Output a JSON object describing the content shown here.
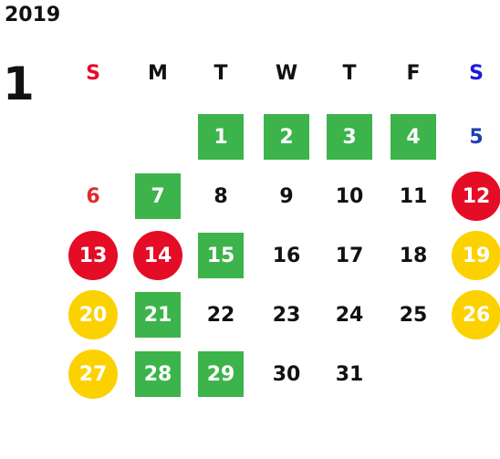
{
  "calendar": {
    "year": "2019",
    "month": "1",
    "weekdays": [
      {
        "label": "S",
        "color": "#e50c26"
      },
      {
        "label": "M",
        "color": "#111111"
      },
      {
        "label": "T",
        "color": "#111111"
      },
      {
        "label": "W",
        "color": "#111111"
      },
      {
        "label": "T",
        "color": "#111111"
      },
      {
        "label": "F",
        "color": "#111111"
      },
      {
        "label": "S",
        "color": "#1a1adb"
      }
    ],
    "legend_colors": {
      "green_square": "#3cb44b",
      "red_circle": "#e50c26",
      "yellow_circle": "#fbd200",
      "red_text": "#e02a2a",
      "blue_text": "#1c3fb0"
    },
    "days": [
      {
        "label": "1",
        "style": "g"
      },
      {
        "label": "2",
        "style": "g"
      },
      {
        "label": "3",
        "style": "g"
      },
      {
        "label": "4",
        "style": "g"
      },
      {
        "label": "5",
        "style": "bt"
      },
      {
        "label": "6",
        "style": "rt"
      },
      {
        "label": "7",
        "style": "g"
      },
      {
        "label": "8",
        "style": "n"
      },
      {
        "label": "9",
        "style": "n"
      },
      {
        "label": "10",
        "style": "n"
      },
      {
        "label": "11",
        "style": "n"
      },
      {
        "label": "12",
        "style": "r"
      },
      {
        "label": "13",
        "style": "r"
      },
      {
        "label": "14",
        "style": "r"
      },
      {
        "label": "15",
        "style": "g"
      },
      {
        "label": "16",
        "style": "n"
      },
      {
        "label": "17",
        "style": "n"
      },
      {
        "label": "18",
        "style": "n"
      },
      {
        "label": "19",
        "style": "y"
      },
      {
        "label": "20",
        "style": "y"
      },
      {
        "label": "21",
        "style": "g"
      },
      {
        "label": "22",
        "style": "n"
      },
      {
        "label": "23",
        "style": "n"
      },
      {
        "label": "24",
        "style": "n"
      },
      {
        "label": "25",
        "style": "n"
      },
      {
        "label": "26",
        "style": "y"
      },
      {
        "label": "27",
        "style": "y"
      },
      {
        "label": "28",
        "style": "g"
      },
      {
        "label": "29",
        "style": "g"
      },
      {
        "label": "30",
        "style": "n"
      },
      {
        "label": "31",
        "style": "n"
      }
    ]
  }
}
